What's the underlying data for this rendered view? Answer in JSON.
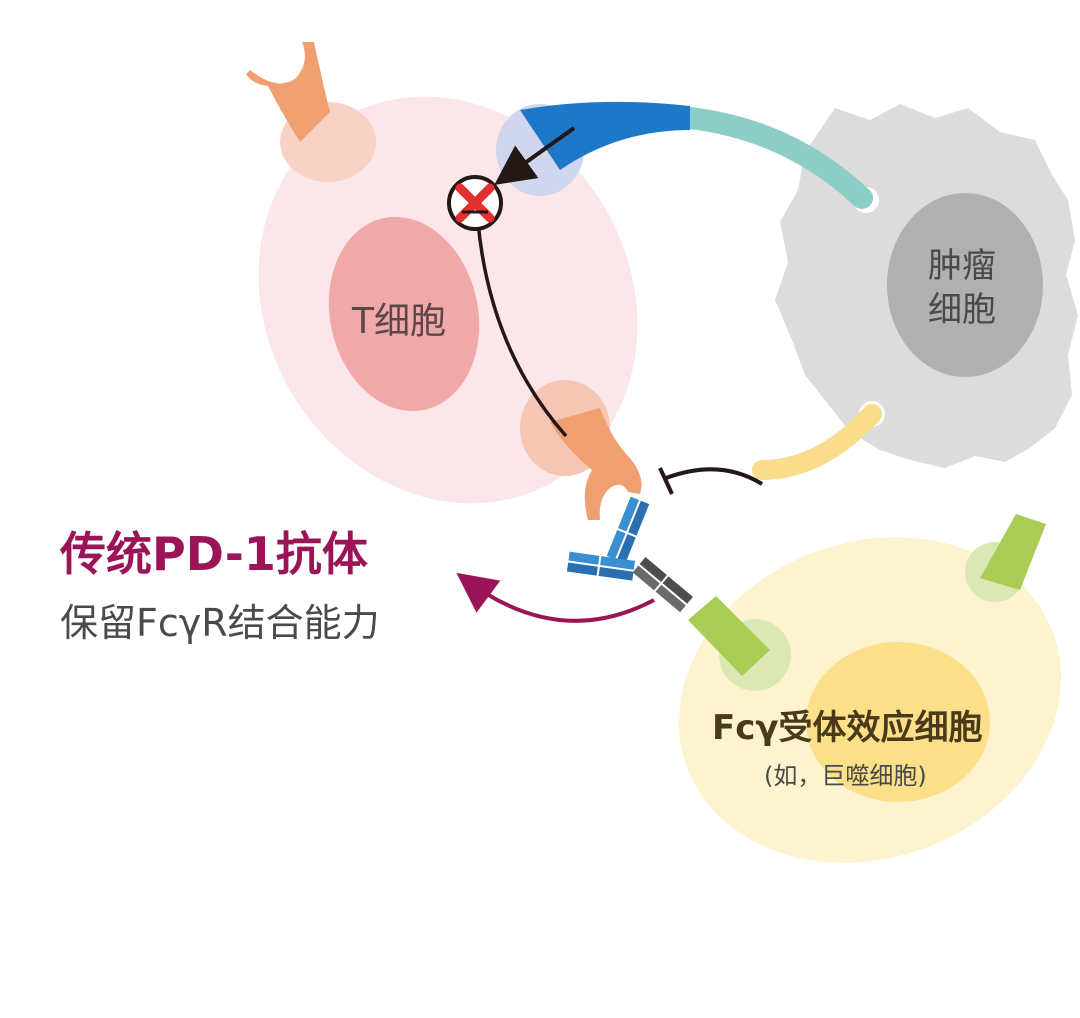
{
  "labels": {
    "t_cell": "T细胞",
    "tumor_line1": "肿瘤",
    "tumor_line2": "细胞",
    "antibody_title": "传统PD-1抗体",
    "antibody_subtitle": "保留FcγR结合能力",
    "effector_title": "Fcγ受体效应细胞",
    "effector_subtitle": "(如，巨噬细胞)"
  },
  "colors": {
    "t_cell_body": "#fbe6ea",
    "t_cell_nucleus": "#f0a8a8",
    "tumor_body": "#dcdcdc",
    "tumor_nucleus": "#b0b0b0",
    "effector_body": "#fdf3cf",
    "effector_nucleus": "#fbe089",
    "receptor_orange": "#f0a070",
    "receptor_green": "#a8cc55",
    "antibody_blue": "#3a8fd0",
    "antibody_gray": "#4d4d4d",
    "ligand_blue": "#1e78c8",
    "ligand_teal": "#8ccdc8",
    "ligand_yellow": "#f9dc8c",
    "accent_magenta": "#9c1458",
    "block_red": "#e03030"
  },
  "icons": [
    "blocked-signal-icon",
    "inhibition-arrow-icon",
    "curved-arrow-icon"
  ]
}
